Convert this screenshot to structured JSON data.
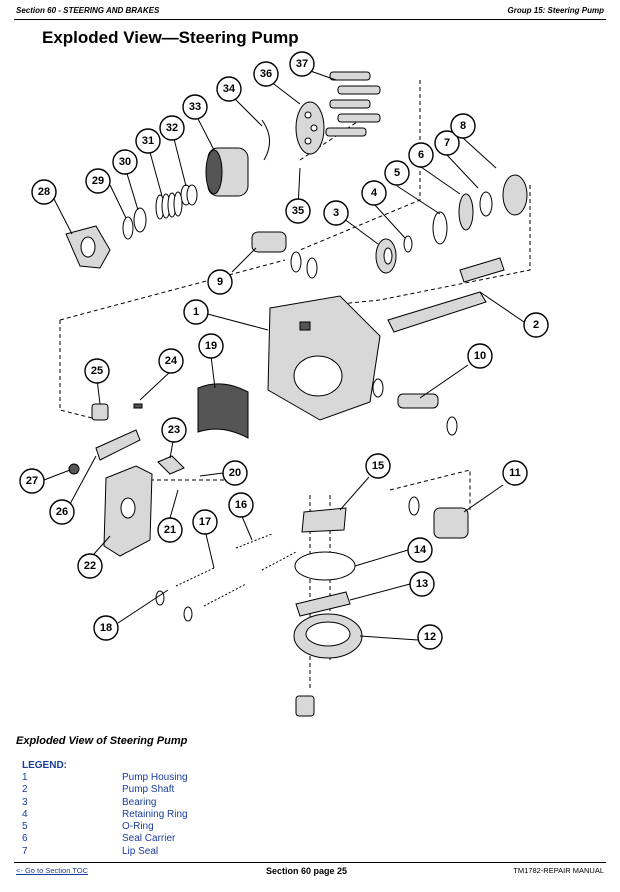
{
  "header": {
    "left": "Section 60 - STEERING AND BRAKES",
    "right": "Group 15: Steering Pump"
  },
  "title": "Exploded View—Steering Pump",
  "callouts": [
    "1",
    "2",
    "3",
    "4",
    "5",
    "6",
    "7",
    "8",
    "9",
    "10",
    "11",
    "12",
    "13",
    "14",
    "15",
    "16",
    "17",
    "18",
    "19",
    "20",
    "21",
    "22",
    "23",
    "24",
    "25",
    "26",
    "27",
    "28",
    "29",
    "30",
    "31",
    "32",
    "33",
    "34",
    "35",
    "36",
    "37"
  ],
  "caption": "Exploded View of Steering Pump",
  "legend": {
    "heading": "LEGEND:",
    "items": [
      {
        "num": "1",
        "desc": "Pump Housing"
      },
      {
        "num": "2",
        "desc": "Pump Shaft"
      },
      {
        "num": "3",
        "desc": "Bearing"
      },
      {
        "num": "4",
        "desc": "Retaining Ring"
      },
      {
        "num": "5",
        "desc": "O-Ring"
      },
      {
        "num": "6",
        "desc": "Seal Carrier"
      },
      {
        "num": "7",
        "desc": "Lip Seal"
      }
    ]
  },
  "footer": {
    "link": "<- Go to Section TOC",
    "page": "Section 60 page 25",
    "manual": "TM1782-REPAIR MANUAL"
  }
}
